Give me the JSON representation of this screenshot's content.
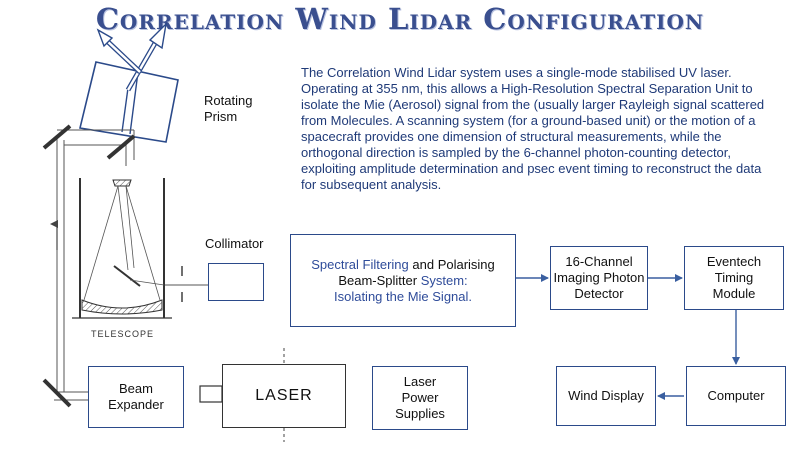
{
  "title": "Correlation Wind Lidar Configuration",
  "description": "The Correlation Wind Lidar system  uses a single-mode stabilised UV laser. Operating at 355 nm, this allows a High-Resolution Spectral Separation Unit to isolate the Mie (Aerosol) signal from the (usually larger Rayleigh signal scattered from Molecules.  A scanning system (for a ground-based unit) or the motion of a spacecraft provides one dimension of structural measurements, while the orthogonal direction is sampled by the 6-channel photon-counting detector, exploiting amplitude determination and psec event timing to reconstruct the data for subsequent analysis.",
  "labels": {
    "rotating_prism_line1": "Rotating",
    "rotating_prism_line2": "Prism",
    "collimator": "Collimator",
    "telescope": "TELESCOPE"
  },
  "boxes": {
    "spectral_line1_a": "Spectral Filtering",
    "spectral_line1_b": " and ",
    "spectral_line1_c": "Polarising",
    "spectral_line2_a": "Beam-Splitter",
    "spectral_line2_b": " System:",
    "spectral_line3": "Isolating the Mie Signal.",
    "detector_line1": "16-Channel",
    "detector_line2": "Imaging Photon",
    "detector_line3": "Detector",
    "timing_line1": "Eventech",
    "timing_line2": "Timing",
    "timing_line3": "Module",
    "computer": "Computer",
    "wind_display": "Wind Display",
    "power_line1": "Laser",
    "power_line2": "Power",
    "power_line3": "Supplies",
    "laser": "LASER",
    "expander_line1": "Beam",
    "expander_line2": "Expander"
  },
  "colors": {
    "title": "#3a4f8f",
    "description": "#1f3a78",
    "box_border": "#2b4a8a",
    "arrow": "#3a5fa0",
    "sketch": "#444444"
  }
}
